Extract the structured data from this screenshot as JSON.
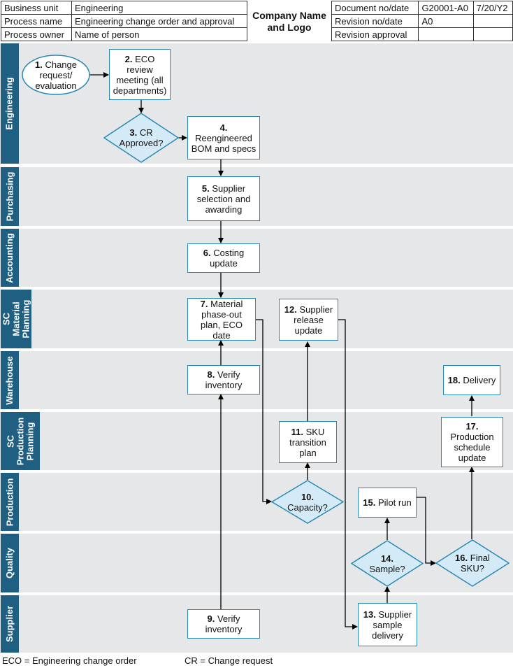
{
  "header": {
    "left_rows": [
      {
        "label": "Business unit",
        "value": "Engineering"
      },
      {
        "label": "Process name",
        "value": "Engineering change order and approval"
      },
      {
        "label": "Process owner",
        "value": "Name of person"
      }
    ],
    "company": "Company Name and Logo",
    "right_rows": [
      {
        "label": "Document no/date",
        "value1": "G20001-A0",
        "value2": "7/20/Y2"
      },
      {
        "label": "Revision no/date",
        "value1": "A0",
        "value2": ""
      },
      {
        "label": "Revision approval",
        "value1": "",
        "value2": ""
      }
    ]
  },
  "lanes": [
    {
      "label": "Engineering"
    },
    {
      "label": "Purchasing"
    },
    {
      "label": "Accounting"
    },
    {
      "label": "SC Material Planning"
    },
    {
      "label": "Warehouse"
    },
    {
      "label": "SC Production Planning"
    },
    {
      "label": "Production"
    },
    {
      "label": "Quality"
    },
    {
      "label": "Supplier"
    }
  ],
  "steps": {
    "s1": {
      "num": "1.",
      "text": "Change request/ evaluation",
      "shape": "ellipse"
    },
    "s2": {
      "num": "2.",
      "text": "ECO review meeting (all departments)",
      "shape": "box"
    },
    "s3": {
      "num": "3.",
      "text": "CR Approved?",
      "shape": "diamond"
    },
    "s4": {
      "num": "4.",
      "text": "Reengineered BOM and specs",
      "shape": "box"
    },
    "s5": {
      "num": "5.",
      "text": "Supplier selection and awarding",
      "shape": "box"
    },
    "s6": {
      "num": "6.",
      "text": "Costing update",
      "shape": "box"
    },
    "s7": {
      "num": "7.",
      "text": "Material phase-out plan, ECO date",
      "shape": "box"
    },
    "s8": {
      "num": "8.",
      "text": "Verify inventory",
      "shape": "box"
    },
    "s9": {
      "num": "9.",
      "text": "Verify inventory",
      "shape": "box"
    },
    "s10": {
      "num": "10.",
      "text": "Capacity?",
      "shape": "diamond"
    },
    "s11": {
      "num": "11.",
      "text": "SKU transition plan",
      "shape": "box"
    },
    "s12": {
      "num": "12.",
      "text": "Supplier release update",
      "shape": "box"
    },
    "s13": {
      "num": "13.",
      "text": "Supplier sample delivery",
      "shape": "box"
    },
    "s14": {
      "num": "14.",
      "text": "Sample?",
      "shape": "diamond"
    },
    "s15": {
      "num": "15.",
      "text": "Pilot run",
      "shape": "box"
    },
    "s16": {
      "num": "16.",
      "text": "Final SKU?",
      "shape": "diamond"
    },
    "s17": {
      "num": "17.",
      "text": "Production schedule update",
      "shape": "box"
    },
    "s18": {
      "num": "18.",
      "text": "Delivery",
      "shape": "box"
    }
  },
  "footer": {
    "left": "ECO = Engineering change order",
    "right": "CR = Change request"
  },
  "colors": {
    "lane_label_bg": "#1f5f82",
    "lane_bg": "#e6e7e8",
    "shape_border": "#2a88b4",
    "decision_fill": "#d4ebf7"
  }
}
